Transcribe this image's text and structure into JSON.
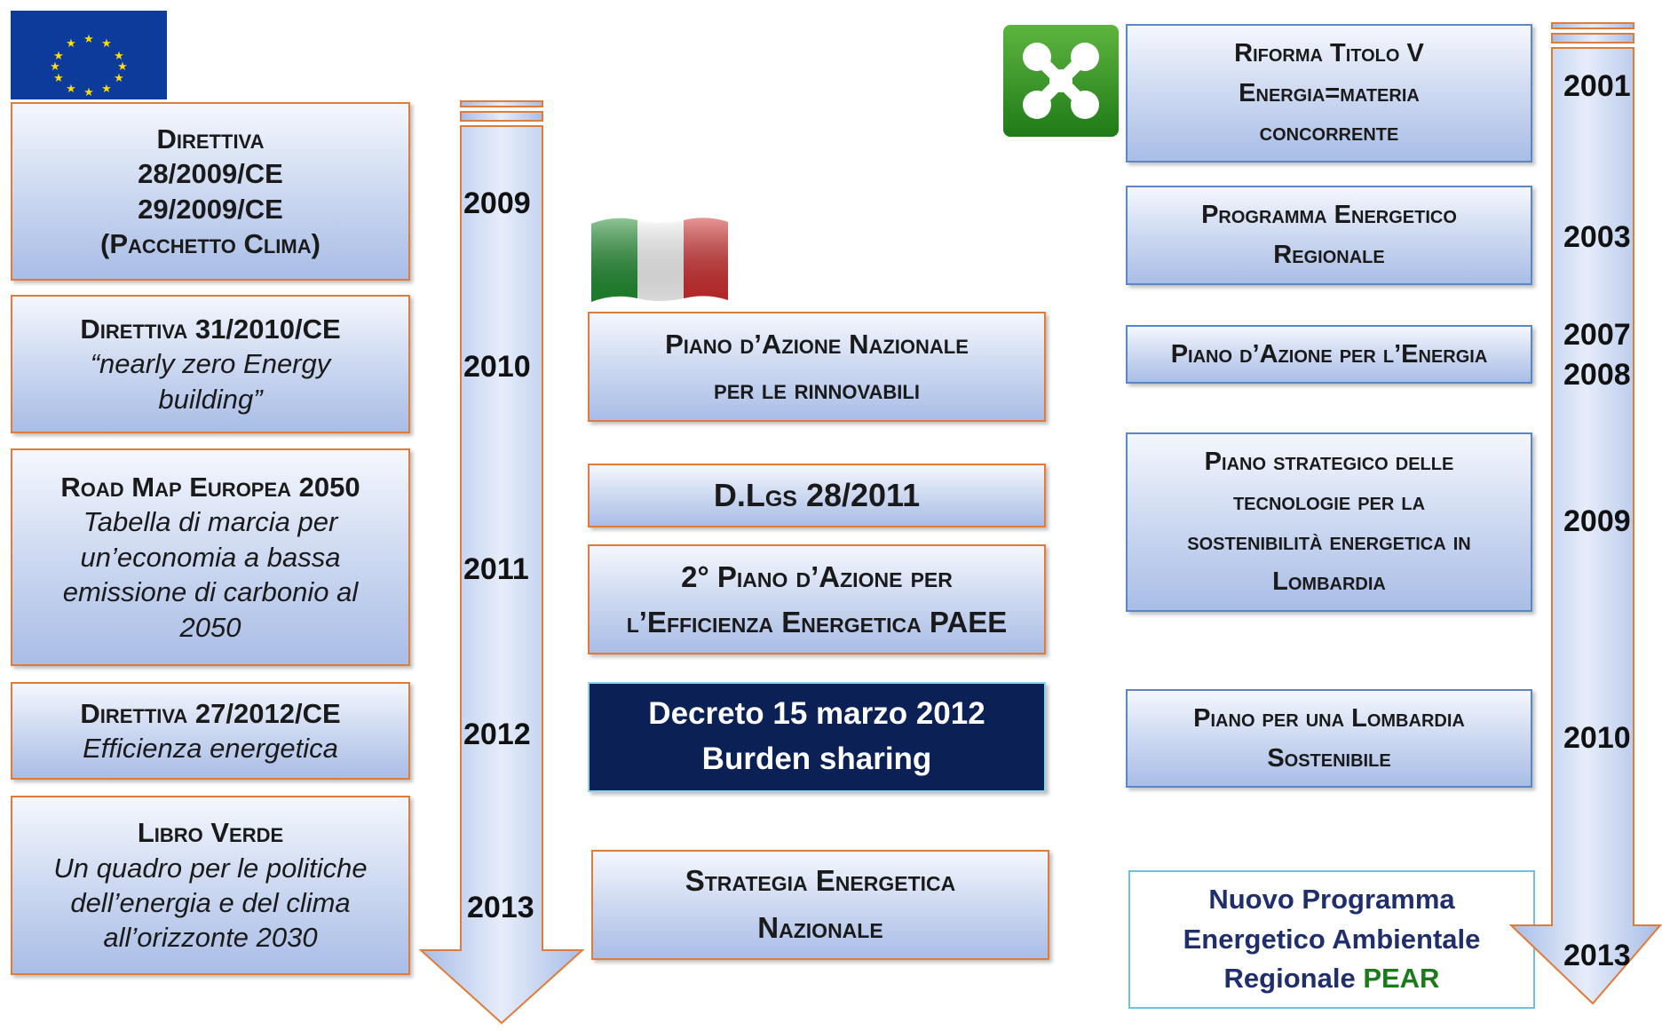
{
  "eu": {
    "flag": {
      "icon": "eu-flag-icon",
      "color": "#0d3b9c",
      "star_color": "#ffdd00"
    },
    "items": [
      {
        "lines": [
          {
            "text": "Direttiva",
            "style": "sc"
          },
          {
            "text": "28/2009/CE",
            "style": "b"
          },
          {
            "text": "29/2009/CE",
            "style": "b"
          },
          {
            "text": "(Pacchetto Clima)",
            "style": "sc"
          }
        ]
      },
      {
        "lines": [
          {
            "text": "Direttiva 31/2010/CE",
            "style": "sc"
          },
          {
            "text": "“nearly zero Energy",
            "style": "it"
          },
          {
            "text": "building”",
            "style": "it"
          }
        ]
      },
      {
        "lines": [
          {
            "text": "Road Map Europea 2050",
            "style": "sc"
          },
          {
            "text": "Tabella di marcia per",
            "style": "it"
          },
          {
            "text": "un’economia a bassa",
            "style": "it"
          },
          {
            "text": "emissione di carbonio al",
            "style": "it"
          },
          {
            "text": "2050",
            "style": "it"
          }
        ]
      },
      {
        "lines": [
          {
            "text": "Direttiva 27/2012/CE",
            "style": "sc"
          },
          {
            "text": "Efficienza energetica",
            "style": "it"
          }
        ]
      },
      {
        "lines": [
          {
            "text": "Libro Verde",
            "style": "sc"
          },
          {
            "text": "Un quadro per le politiche",
            "style": "it"
          },
          {
            "text": "dell’energia e del clima",
            "style": "it"
          },
          {
            "text": "all’orizzonte 2030",
            "style": "it"
          }
        ]
      }
    ],
    "years": [
      "2009",
      "2010",
      "2011",
      "2012",
      "2013"
    ]
  },
  "italy": {
    "flag": {
      "icon": "italy-flag-icon",
      "colors": [
        "#1f8c2e",
        "#ffffff",
        "#cf2b2b"
      ]
    },
    "items": [
      {
        "lines": [
          {
            "text": "Piano d’Azione Nazionale",
            "style": "sc"
          },
          {
            "text": "per le rinnovabili",
            "style": "sc"
          }
        ]
      },
      {
        "lines": [
          {
            "text": "D.Lgs 28/2011",
            "style": "sc"
          }
        ]
      },
      {
        "lines": [
          {
            "text": "2° Piano d’Azione per",
            "style": "sc"
          },
          {
            "text": "l’Efficienza Energetica PAEE",
            "style": "sc"
          }
        ]
      },
      {
        "lines": [
          {
            "text": "Decreto 15 marzo 2012",
            "style": "b"
          },
          {
            "text": "Burden sharing",
            "style": "b"
          }
        ]
      },
      {
        "lines": [
          {
            "text": "Strategia Energetica",
            "style": "sc"
          },
          {
            "text": "Nazionale",
            "style": "sc"
          }
        ]
      }
    ]
  },
  "lombardia": {
    "logo": {
      "icon": "lombardia-rosa-camuna-icon",
      "color": "#2f8f1f"
    },
    "items": [
      {
        "lines": [
          {
            "text": "Riforma Titolo V",
            "style": "sc"
          },
          {
            "text": "Energia=materia",
            "style": "sc"
          },
          {
            "text": "concorrente",
            "style": "sc"
          }
        ]
      },
      {
        "lines": [
          {
            "text": "Programma Energetico",
            "style": "sc"
          },
          {
            "text": "Regionale",
            "style": "sc"
          }
        ]
      },
      {
        "lines": [
          {
            "text": "Piano d’Azione per l’Energia",
            "style": "sc"
          }
        ]
      },
      {
        "lines": [
          {
            "text": "Piano strategico delle",
            "style": "sc"
          },
          {
            "text": "tecnologie per la",
            "style": "sc"
          },
          {
            "text": "sostenibilità energetica in",
            "style": "sc"
          },
          {
            "text": "Lombardia",
            "style": "sc"
          }
        ]
      },
      {
        "lines": [
          {
            "text": "Piano per una Lombardia",
            "style": "sc"
          },
          {
            "text": "Sostenibile",
            "style": "sc"
          }
        ]
      }
    ],
    "pear": {
      "line1": "Nuovo Programma",
      "line2": "Energetico Ambientale",
      "line3_prefix": "Regionale ",
      "line3_highlight": "PEAR"
    },
    "years": [
      "2001",
      "2003",
      "2007",
      "2008",
      "2009",
      "2010",
      "2013"
    ]
  },
  "colors": {
    "box_border": "#e07b39",
    "arrow_fill": "#c3d2ef",
    "arrow_border": "#e07b39",
    "navy": "#0b2155",
    "pear_text": "#1f2f6e",
    "pear_green": "#1b7a1b"
  }
}
